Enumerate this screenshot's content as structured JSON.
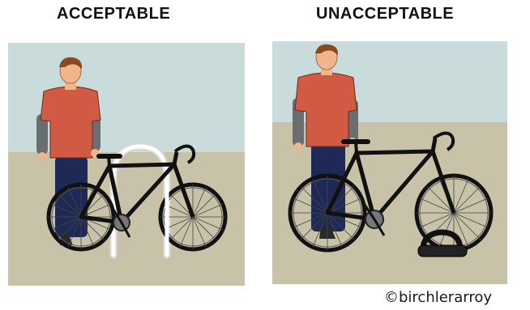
{
  "headings": {
    "left": "ACCEPTABLE",
    "right": "UNACCEPTABLE"
  },
  "credit": "©birchlerarroy",
  "colors": {
    "sky": "#c9dbdb",
    "ground": "#c8c3a8",
    "shirt": "#d05a43",
    "sleeve": "#6a6e6e",
    "pants": "#1e2a55",
    "skin": "#f0b58a",
    "hair": "#8a4a1f",
    "bike_frame": "#111111",
    "rack": "#f5f5f5"
  },
  "scenes": [
    {
      "label_key": "left",
      "lock": "staple rack through frame"
    },
    {
      "label_key": "right",
      "lock": "u-lock on wheel only"
    }
  ]
}
